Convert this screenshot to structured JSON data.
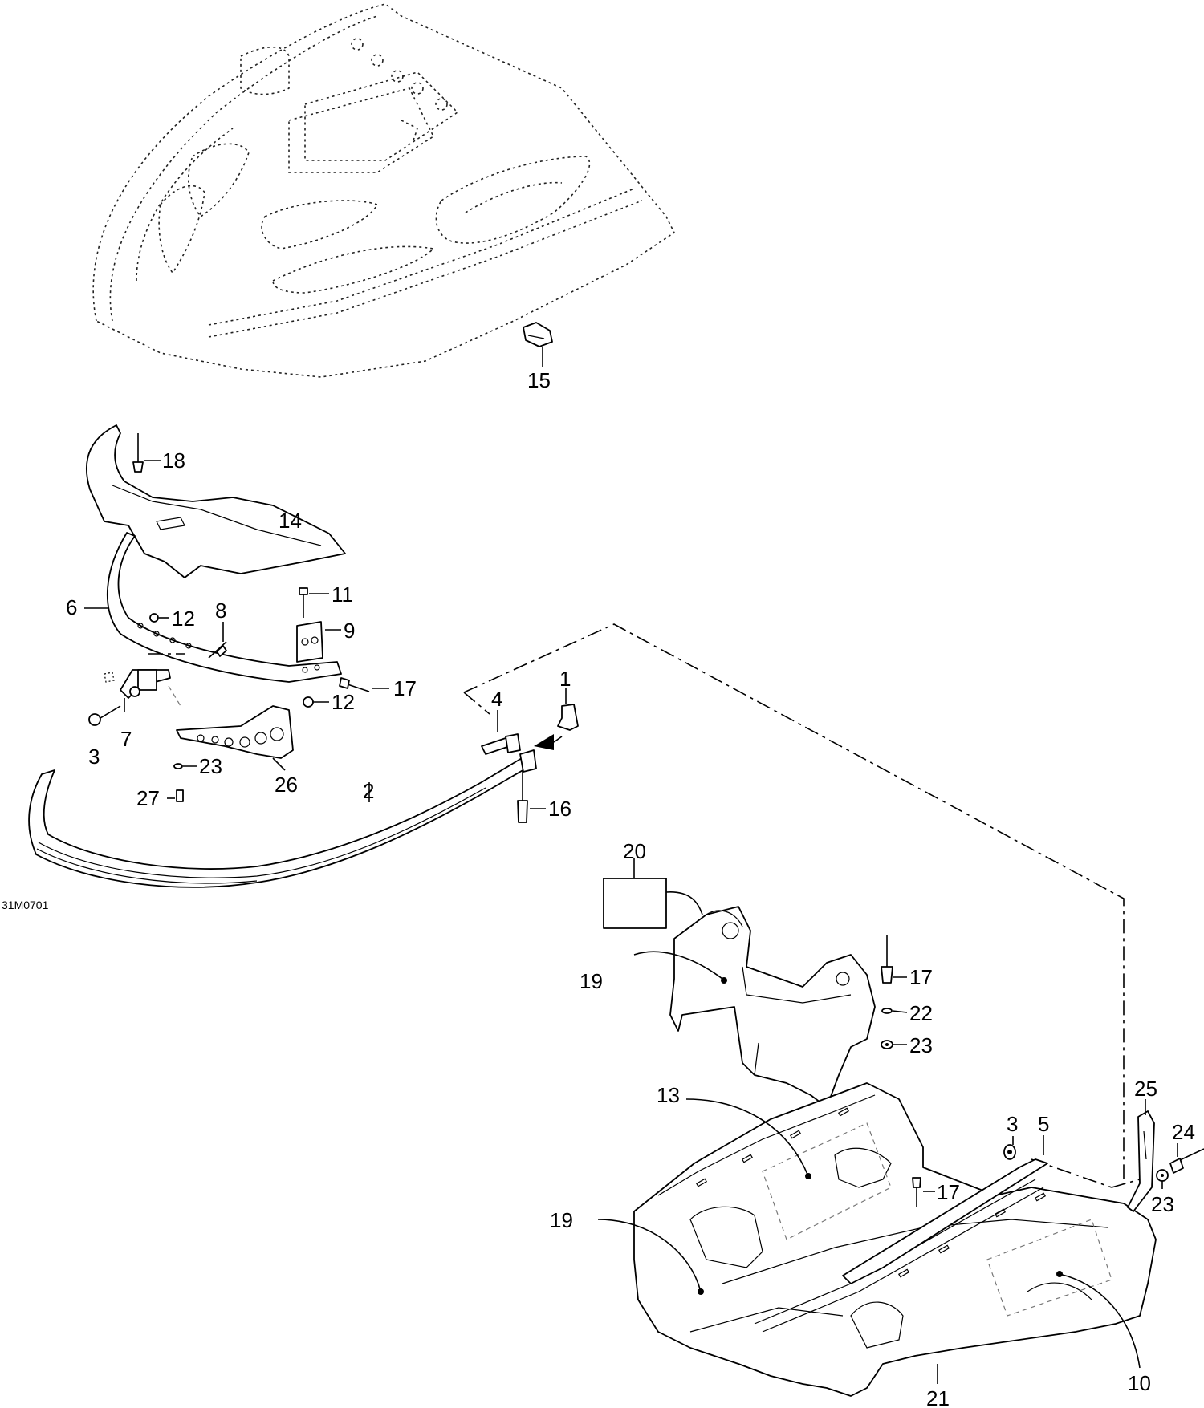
{
  "diagram": {
    "reference_code": "31M0701",
    "callouts": [
      "15",
      "18",
      "14",
      "6",
      "11",
      "12",
      "8",
      "9",
      "17",
      "12",
      "3",
      "7",
      "23",
      "26",
      "27",
      "4",
      "1",
      "16",
      "2",
      "20",
      "19",
      "17",
      "22",
      "23",
      "13",
      "3",
      "5",
      "25",
      "24",
      "17",
      "23",
      "19",
      "10",
      "21"
    ]
  }
}
